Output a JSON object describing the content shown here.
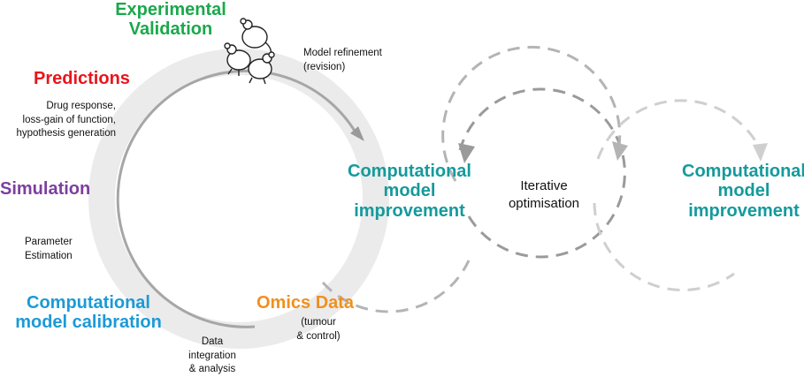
{
  "colors": {
    "validation": "#1aa84b",
    "predictions": "#e8151b",
    "simulation": "#7b3fa0",
    "calibration": "#1c9ad6",
    "omics": "#f0901e",
    "improvement": "#159a9c",
    "ring": "#ebebeb",
    "arc": "#a6a6a6"
  },
  "labels": {
    "experimental_validation": "Experimental\nValidation",
    "model_refinement": "Model refinement\n(revision)",
    "predictions": "Predictions",
    "predictions_detail": "Drug response,\nloss-gain of function,\nhypothesis generation",
    "simulation": "Simulation",
    "parameter_estimation": "Parameter\nEstimation",
    "calibration": "Computational\nmodel calibration",
    "data_integration": "Data\nintegration\n& analysis",
    "omics_data": "Omics Data",
    "omics_detail": "(tumour\n& control)",
    "improvement_1": "Computational\nmodel\nimprovement",
    "iterative": "Iterative\noptimisation",
    "improvement_2": "Computational\nmodel\nimprovement"
  },
  "icons": [
    "mice-icon"
  ]
}
